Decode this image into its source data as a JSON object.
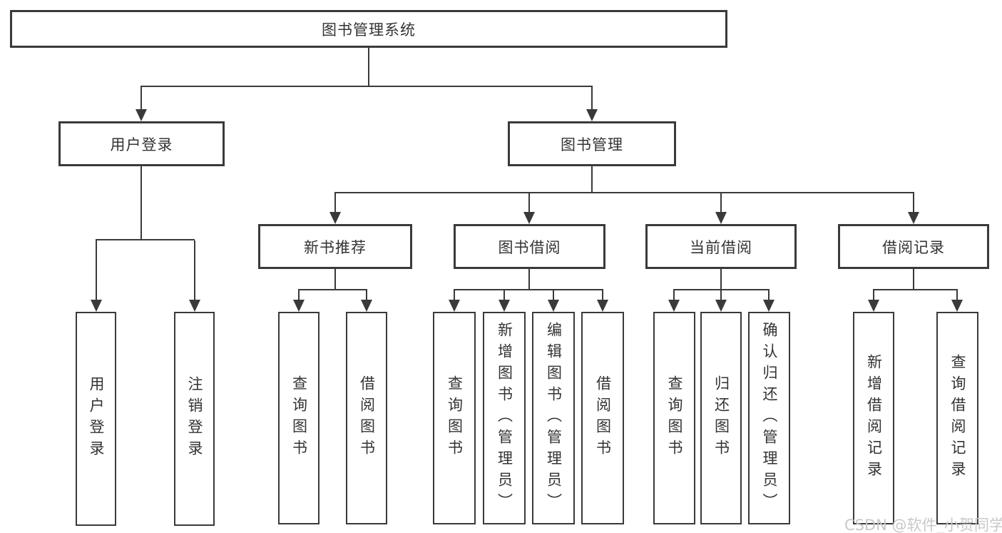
{
  "diagram": {
    "title": "图书管理系统",
    "level2": [
      {
        "label": "用户登录",
        "leaves": [
          {
            "label": "用户登录"
          },
          {
            "label": "注销登录"
          }
        ]
      },
      {
        "label": "图书管理",
        "groups": [
          {
            "label": "新书推荐",
            "leaves": [
              {
                "label": "查询图书"
              },
              {
                "label": "借阅图书"
              }
            ]
          },
          {
            "label": "图书借阅",
            "leaves": [
              {
                "label": "查询图书"
              },
              {
                "label": "新增图书（管理员）"
              },
              {
                "label": "编辑图书（管理员）"
              },
              {
                "label": "借阅图书"
              }
            ]
          },
          {
            "label": "当前借阅",
            "leaves": [
              {
                "label": "查询图书"
              },
              {
                "label": "归还图书"
              },
              {
                "label": "确认归还（管理员）"
              }
            ]
          },
          {
            "label": "借阅记录",
            "leaves": [
              {
                "label": "新增借阅记录"
              },
              {
                "label": "查询借阅记录"
              }
            ]
          }
        ]
      }
    ]
  },
  "watermark": {
    "text": "CSDN @软件_小贺同学"
  },
  "colors": {
    "line": "#3a3a3a",
    "text": "#333333",
    "background": "#ffffff",
    "watermark": "#c8c8c8"
  }
}
